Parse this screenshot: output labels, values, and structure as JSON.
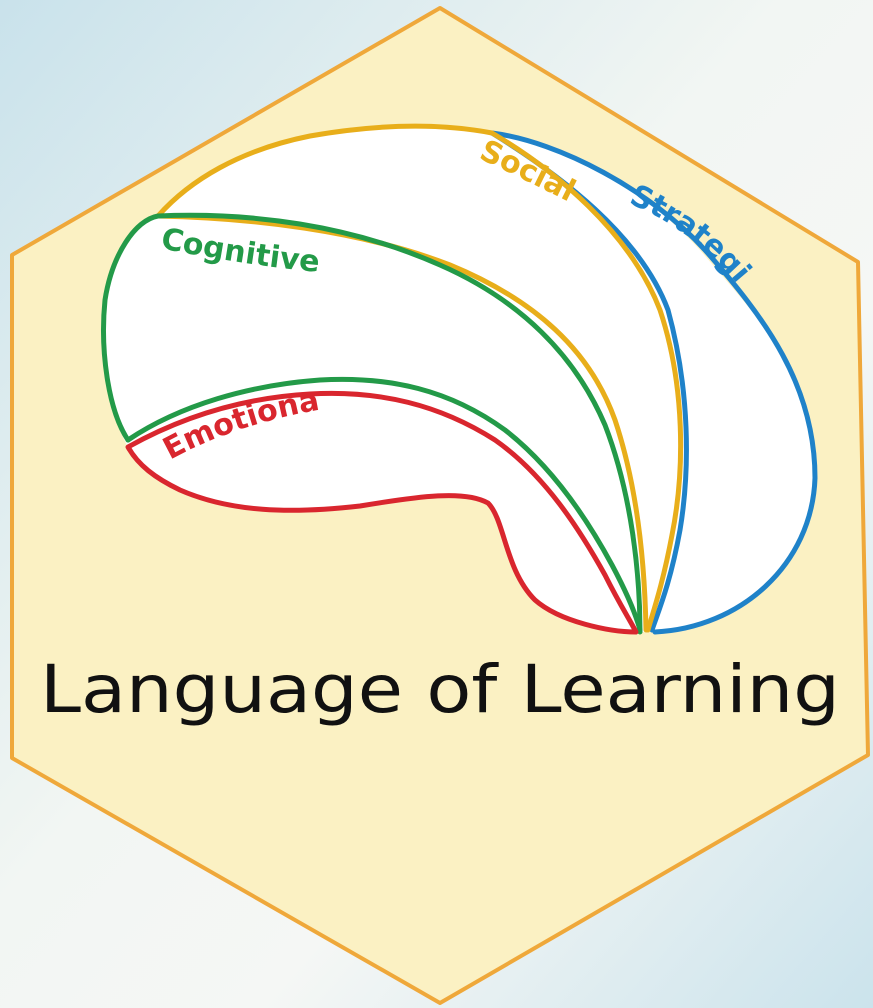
{
  "logo": {
    "title": "Language of Learning",
    "segments": [
      {
        "id": "social",
        "label": "Social",
        "color": "#E8AE1A"
      },
      {
        "id": "strategic",
        "label": "Strategic",
        "color": "#1F82C9"
      },
      {
        "id": "cognitive",
        "label": "Cognitive",
        "color": "#239A48"
      },
      {
        "id": "emotional",
        "label": "Emotional",
        "color": "#D9262E"
      }
    ],
    "colors": {
      "hexagon_fill": "#FBF1C3",
      "hexagon_stroke": "#EFA83A",
      "background_light": "#F3F6F4",
      "background_blue": "#C7E1EA",
      "title_text": "#111111"
    }
  }
}
